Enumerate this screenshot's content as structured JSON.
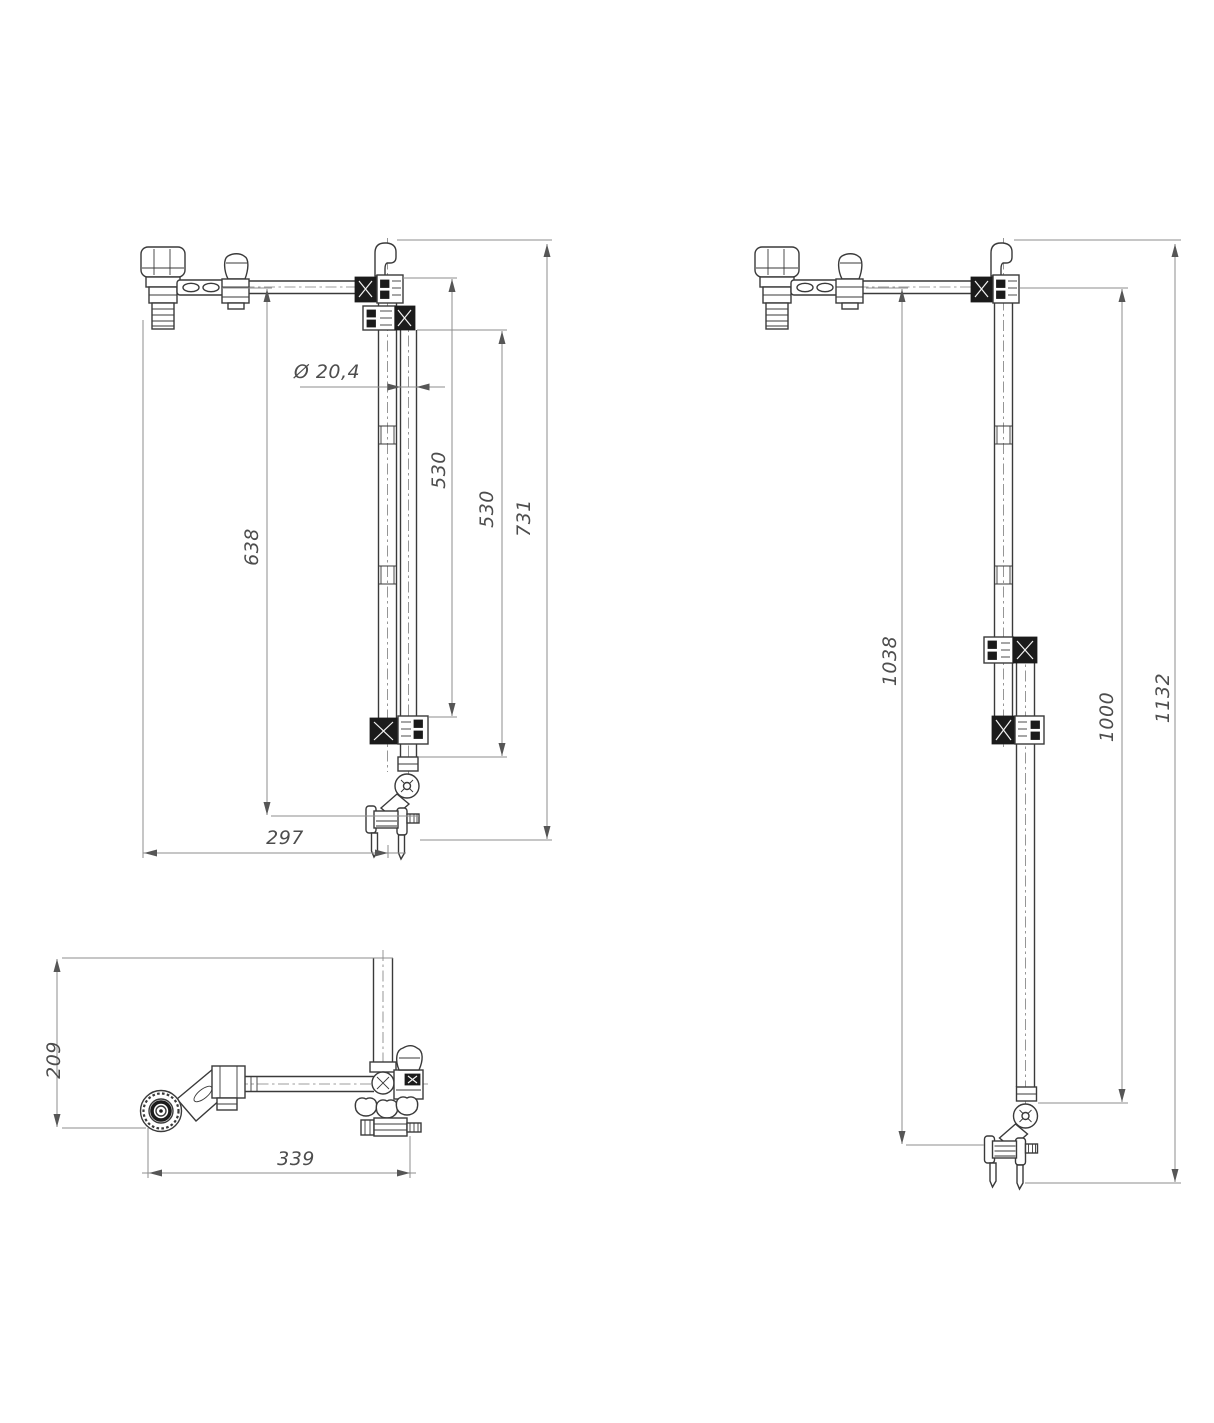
{
  "drawing": {
    "colors": {
      "background": "#ffffff",
      "part_line": "#3a3a3a",
      "dark_fill": "#1b1b1b",
      "dimension_line": "#8e8e8e",
      "dimension_text": "#4d4d4d"
    },
    "views": {
      "front": {
        "dims": {
          "column_height": "638",
          "upper_tube_length": "530",
          "lower_tube_length": "530",
          "overall_height": "731",
          "tube_diameter": "Ø 20,4",
          "arm_offset": "297"
        }
      },
      "plan": {
        "dims": {
          "depth": "209",
          "width": "339"
        }
      },
      "extended": {
        "dims": {
          "column_height": "1038",
          "tube_length": "1000",
          "overall_height": "1132"
        }
      }
    }
  }
}
